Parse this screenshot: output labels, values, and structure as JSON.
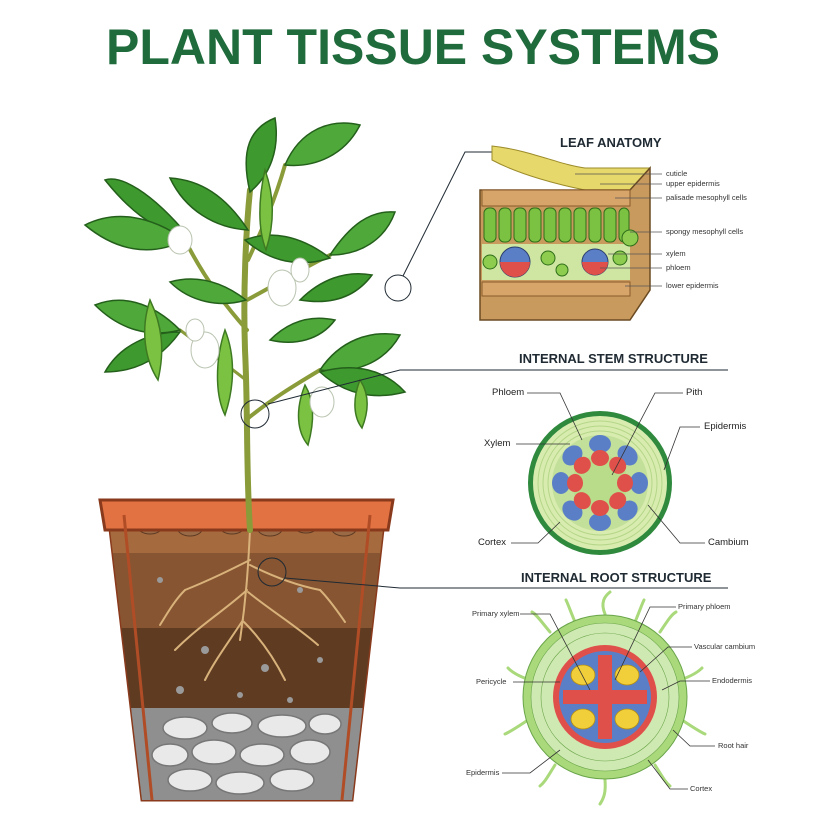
{
  "title": "PLANT TISSUE SYSTEMS",
  "colors": {
    "title": "#1f6b3c",
    "leaf": "#3e9a2e",
    "leaf_light": "#7cc242",
    "pot": "#d9683a",
    "soil": "#7a4a2a",
    "phloem": "#5b7fc7",
    "xylem": "#e0504a",
    "stem_fill": "#b9dc8a"
  },
  "sections": {
    "leaf": {
      "heading": "LEAF ANATOMY",
      "labels": [
        "cuticle",
        "upper epidermis",
        "palisade mesophyll cells",
        "spongy mesophyll cells",
        "xylem",
        "phloem",
        "lower epidermis"
      ]
    },
    "stem": {
      "heading": "INTERNAL STEM STRUCTURE",
      "labels": {
        "phloem": "Phloem",
        "pith": "Pith",
        "xylem": "Xylem",
        "epidermis": "Epidermis",
        "cortex": "Cortex",
        "cambium": "Cambium"
      }
    },
    "root": {
      "heading": "INTERNAL ROOT STRUCTURE",
      "labels": {
        "primary_xylem": "Primary xylem",
        "primary_phloem": "Primary phloem",
        "vascular_cambium": "Vascular cambium",
        "pericycle": "Pericycle",
        "endodermis": "Endodermis",
        "root_hair": "Root hair",
        "epidermis": "Epidermis",
        "cortex": "Cortex"
      }
    }
  }
}
